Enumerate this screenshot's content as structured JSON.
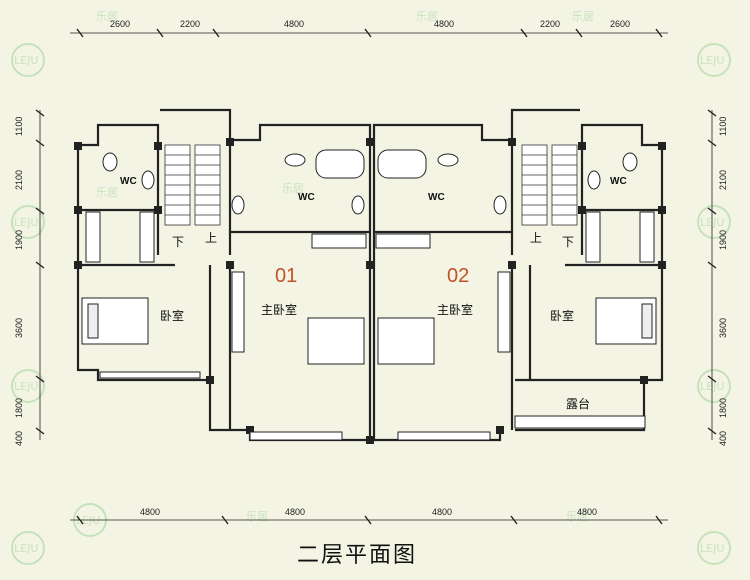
{
  "title": "二层平面图",
  "top_dims": [
    "2600",
    "2200",
    "4800",
    "4800",
    "2200",
    "2600"
  ],
  "bottom_dims": [
    "4800",
    "4800",
    "4800",
    "4800"
  ],
  "left_dims": [
    "1100",
    "2100",
    "1900",
    "3600",
    "1800",
    "400"
  ],
  "right_dims": [
    "1100",
    "2100",
    "1900",
    "3600",
    "1800",
    "400"
  ],
  "units": [
    "01",
    "02"
  ],
  "rooms": {
    "wc": "WC",
    "master_bedroom": "主卧室",
    "bedroom": "卧室",
    "terrace": "露台",
    "stair_down": "下",
    "stair_up": "上"
  },
  "watermark": {
    "logo": "LEJU",
    "brand": "乐居"
  }
}
